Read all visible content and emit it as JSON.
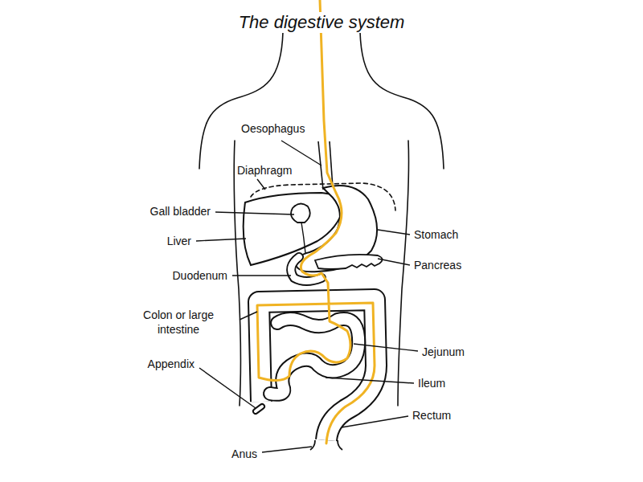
{
  "diagram": {
    "title": "The digestive system",
    "labels": [
      "Oesophagus",
      "Diaphragm",
      "Gall bladder",
      "Stomach",
      "Liver",
      "Pancreas",
      "Duodenum",
      "Colon or large intestine",
      "Jejunum",
      "Appendix",
      "Ileum",
      "Rectum",
      "Anus"
    ]
  }
}
